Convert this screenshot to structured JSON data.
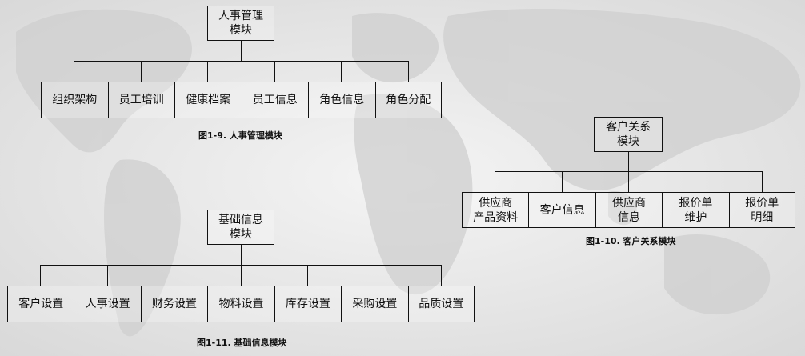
{
  "hr_module": {
    "root": "人事管理\n模块",
    "children": [
      "组织架构",
      "员工培训",
      "健康档案",
      "员工信息",
      "角色信息",
      "角色分配"
    ],
    "caption": "图1-9. 人事管理模块"
  },
  "crm_module": {
    "root": "客户关系\n模块",
    "children": [
      "供应商\n产品资料",
      "客户信息",
      "供应商\n信息",
      "报价单\n维护",
      "报价单\n明细"
    ],
    "caption": "图1-10. 客户关系模块"
  },
  "base_module": {
    "root": "基础信息\n模块",
    "children": [
      "客户设置",
      "人事设置",
      "财务设置",
      "物料设置",
      "库存设置",
      "采购设置",
      "品质设置"
    ],
    "caption": "图1-11. 基础信息模块"
  }
}
